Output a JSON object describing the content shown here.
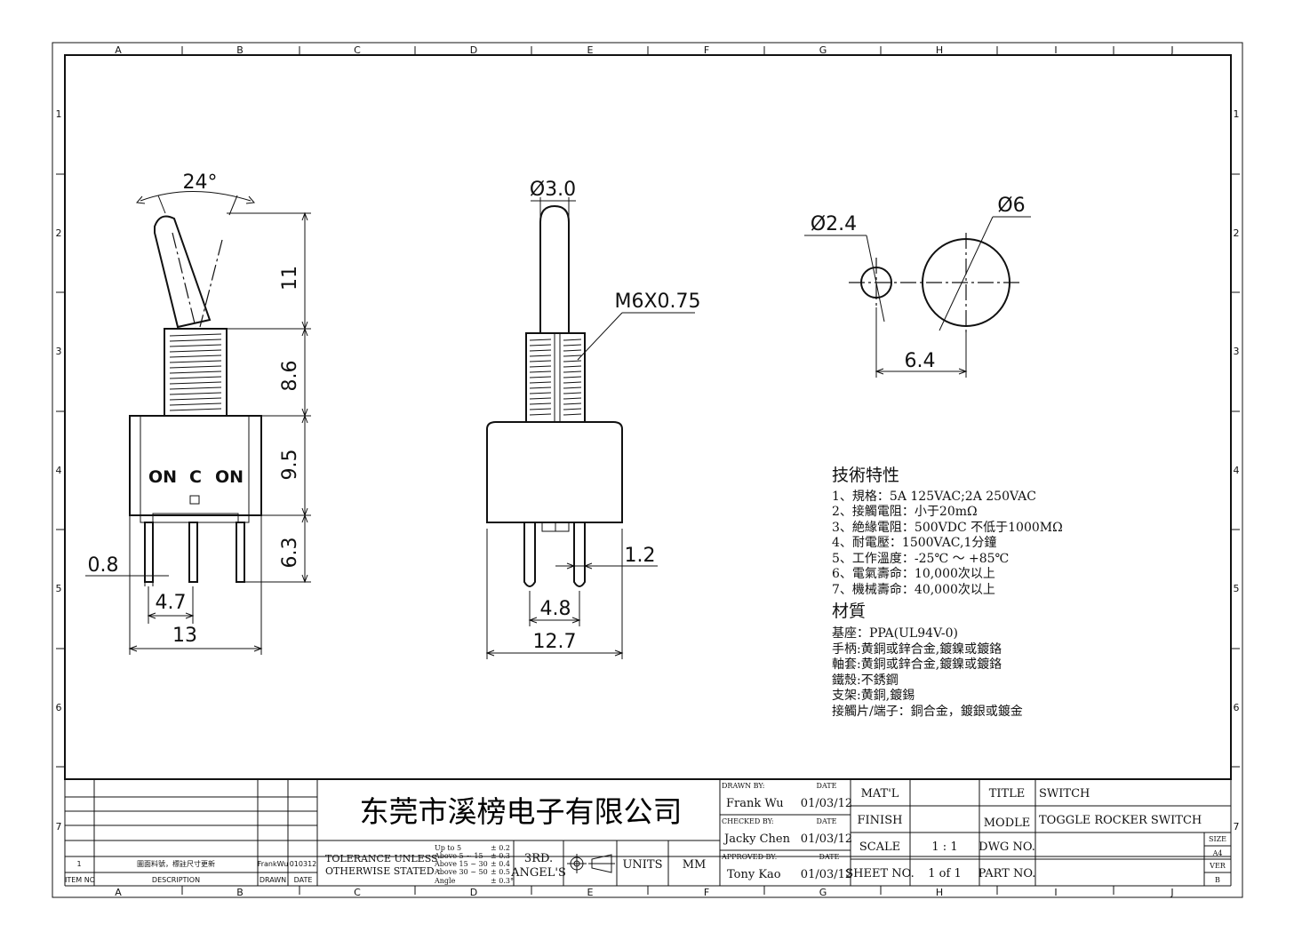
{
  "frame": {
    "columns": [
      "A",
      "B",
      "C",
      "D",
      "E",
      "F",
      "G",
      "H",
      "I",
      "J"
    ],
    "rows": [
      "1",
      "2",
      "3",
      "4",
      "5",
      "6",
      "7"
    ]
  },
  "side_view": {
    "angle": "24°",
    "dims": {
      "lever_h": "11",
      "bush_h": "8.6",
      "body_h": "9.5",
      "pin_h": "6.3",
      "pin_w": "0.8",
      "pitch": "4.7",
      "width": "13"
    },
    "positions": {
      "on_left": "ON",
      "center": "C",
      "on_right": "ON"
    }
  },
  "front_view": {
    "dims": {
      "lever_dia": "Ø3.0",
      "thread": "M6X0.75",
      "pin_w": "1.2",
      "pitch": "4.8",
      "width": "12.7"
    }
  },
  "panel_cutout": {
    "dims": {
      "small_dia": "Ø2.4",
      "large_dia": "Ø6",
      "spacing": "6.4"
    }
  },
  "specs": {
    "title": "技術特性",
    "items": [
      "1、規格：5A 125VAC;2A 250VAC",
      "2、接觸電阻：小于20mΩ",
      "3、絶緣電阻：500VDC 不低于1000MΩ",
      "4、耐電壓：1500VAC,1分鐘",
      "5、工作溫度：-25℃ ～ +85℃",
      "6、電氣壽命：10,000次以上",
      "7、機械壽命：40,000次以上"
    ],
    "material_title": "材質",
    "materials": [
      "基座：PPA(UL94V-0)",
      "手柄:黄銅或鋅合金,鍍鎳或鍍鉻",
      "軸套:黄銅或鋅合金,鍍鎳或鍍鉻",
      "鐵殼:不銹鋼",
      "支架:黄銅,鍍錫",
      "接觸片/端子：銅合金，鍍銀或鍍金"
    ]
  },
  "title_block": {
    "company": "东莞市溪榜电子有限公司",
    "revision": {
      "item": "1",
      "description": "圖面料號，標註尺寸更新",
      "drawn": "FrankWu",
      "date": "010312"
    },
    "rev_headers": {
      "item": "ITEM NO",
      "description": "DESCRIPTION",
      "drawn": "DRAWN",
      "date": "DATE"
    },
    "tolerance_label_1": "TOLERANCE UNLESS",
    "tolerance_label_2": "OTHERWISE STATED :",
    "tolerances": [
      {
        "range": "Up  to  5",
        "value": "± 0.2"
      },
      {
        "range": "Above 5  ~ 15",
        "value": "± 0.3"
      },
      {
        "range": "Above 15 ~ 30",
        "value": "± 0.4"
      },
      {
        "range": "Above 30 ~ 50",
        "value": "± 0.5"
      },
      {
        "range": "Angle",
        "value": "± 0.3°"
      }
    ],
    "projection_1": "3RD.",
    "projection_2": "ANGEL'S",
    "units_label": "UNITS",
    "units_value": "MM",
    "drawn_by_label": "DRAWN BY:",
    "drawn_by": "Frank Wu",
    "drawn_date": "01/03/12",
    "checked_by_label": "CHECKED BY:",
    "checked_by": "Jacky Chen",
    "checked_date": "01/03/12",
    "approved_by_label": "APPROVED BY:",
    "approved_by": "Tony Kao",
    "approved_date": "01/03/12",
    "date_label": "DATE",
    "matl_label": "MAT'L",
    "finish_label": "FINISH",
    "scale_label": "SCALE",
    "scale_value": "1 : 1",
    "sheet_label": "SHEET NO.",
    "sheet_value": "1 of 1",
    "title_label": "TITLE",
    "title_value": "SWITCH",
    "modle_label": "MODLE",
    "modle_value": "TOGGLE ROCKER SWITCH",
    "dwg_label": "DWG NO.",
    "part_label": "PART NO.",
    "size_label": "SIZE",
    "size_value": "A4",
    "ver_label": "VER",
    "ver_value": "B"
  }
}
